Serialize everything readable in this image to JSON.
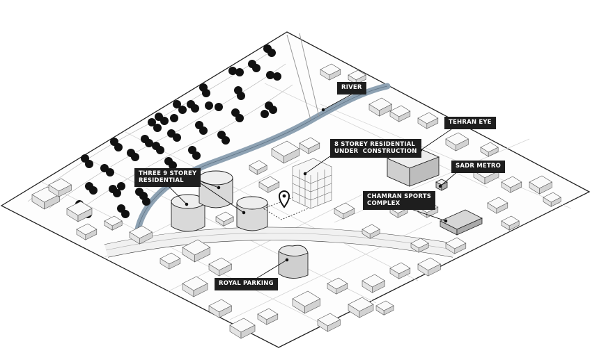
{
  "labels": {
    "river": "RIVER",
    "tehran_eye": "TEHRAN EYE",
    "under_construction": "8 STOREY RESIDENTIAL\nUNDER  CONSTRUCTION",
    "sadr_metro": "SADR METRO",
    "three_residential": "THREE 9 STOREY\nRESIDENTIAL",
    "chamran_sports": "CHAMRAN SPORTS\nCOMPLEX",
    "royal_parking": "ROYAL PARKING"
  },
  "colors": {
    "label_bg": "#1e1e1e",
    "label_text": "#ffffff",
    "river": "#8ea2b3",
    "ground": "#ffffff",
    "outline": "#222222",
    "tree": "#111111",
    "building_shade": "#c8c8c8"
  },
  "icons": {
    "site_marker": "location-pin-icon"
  }
}
